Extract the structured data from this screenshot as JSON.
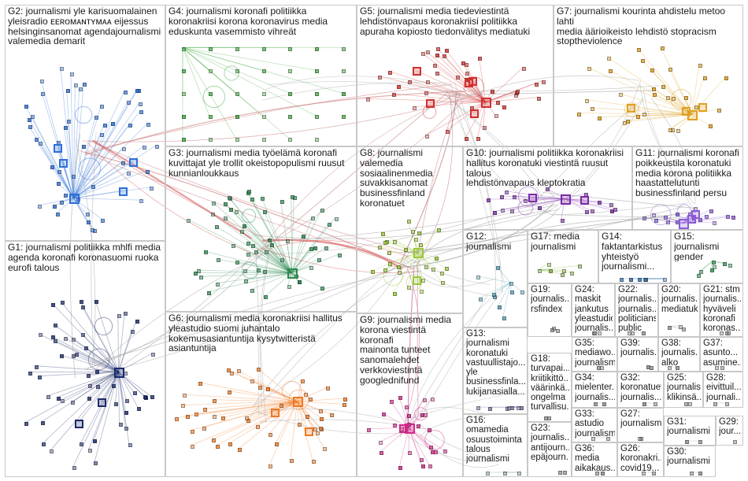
{
  "groups": [
    {
      "id": "G2",
      "label": "G2: journalismi yle karisuomalainen\nyleisradio ᴇᴇʀᴏᴍᴀɴᴛʏᴍᴀᴀ eijessus\nhelsinginsanomat agendajournalismi\nvalemedia demarit",
      "color": "#2d6fd8"
    },
    {
      "id": "G4",
      "label": "G4: journalismi koronafi politiikka\nkoronakriisi korona koronavirus media\neduskunta vasemmisto vihreät",
      "color": "#3aa83a"
    },
    {
      "id": "G5",
      "label": "G5: journalismi media tiedeviestintä\nlehdistönvapaus koronakriisi politiikka\napuraha kopiosto tiedonvälitys mediatuki",
      "color": "#d23030"
    },
    {
      "id": "G7",
      "label": "G7: journalismi kourinta ahdistelu metoo lahti\nmedia äärioikeisto lehdistö stopracism\nstoptheviolence",
      "color": "#e0a020"
    },
    {
      "id": "G8",
      "label": "G8: journalismi\nvalemedia\nsosiaalinenmedia\nsuvakkisanomat\nbusinessfinland\nkoronatuet",
      "color": "#9ac838"
    },
    {
      "id": "G10",
      "label": "G10: journalismi politiikka koronakriisi\nhallitus koronatuki viestintä ruusut talous\nlehdistönvapaus kleptokratia",
      "color": "#7a2aa8"
    },
    {
      "id": "G11",
      "label": "G11: journalismi koronafi\npoikkeustila koronatuki\nmedia korona politiikka\nhaastattelutunti\nbusinessfinland persu",
      "color": "#8a5ad8"
    },
    {
      "id": "G3",
      "label": "G3: journalismi media työelämä koronafi\nkuvittajat yle trollit okeistopopulismi ruusut\nkunnianloukkaus",
      "color": "#2a8a50"
    },
    {
      "id": "G1",
      "label": "G1: journalismi politiikka mhlfi media\nagenda koronafi koronasuomi ruoka\neurofi talous",
      "color": "#1a2a6a"
    },
    {
      "id": "G6",
      "label": "G6: journalismi media koronakriisi hallitus\nyleastudio suomi juhantalo\nkokemusasiantuntija kysytwitteristä\nasiantuntija",
      "color": "#f07820"
    },
    {
      "id": "G9",
      "label": "G9: journalismi media\nkorona viestintä koronafi\nmainonta tunteet\nsanomalehdet\nverkkoviestintä\ngooglednifund",
      "color": "#d02888"
    },
    {
      "id": "G12",
      "label": "G12:\njournalismi",
      "color": "#4a9ab0"
    },
    {
      "id": "G17",
      "label": "G17: media\njournalismi",
      "color": "#7aaa30"
    },
    {
      "id": "G14",
      "label": "G14:\nfaktantarkistus\nyhteistyö\njournalismi...",
      "color": "#2a6aaa"
    },
    {
      "id": "G15",
      "label": "G15: journalismi\ngender",
      "color": "#3a9a5a"
    },
    {
      "id": "G13",
      "label": "G13:\njournalismi\nkoronatuki\nvastuullistajo...\nyle\nbusinessfinla...\nlukijanasialla...",
      "color": "#6a6a9a"
    },
    {
      "id": "G19",
      "label": "G19:\njournalis...\nrsfindex",
      "color": "#888888"
    },
    {
      "id": "G24",
      "label": "G24:\nmaskit\njankutus\nyleastudio\njournalis...",
      "color": "#888888"
    },
    {
      "id": "G22",
      "label": "G22:\njournalis...\njournalis...\npoliticians\npublic",
      "color": "#888888"
    },
    {
      "id": "G20",
      "label": "G20:\njournalis...\nmediatuki",
      "color": "#888888"
    },
    {
      "id": "G21",
      "label": "G21: stm\njournalis...\nhyväveli\nkoronafi\nkoronas...",
      "color": "#888888"
    },
    {
      "id": "G18",
      "label": "G18:\nturvapai...\nkriitikittö...\nväärinkä...\nongelma\nturvallisu...",
      "color": "#888888"
    },
    {
      "id": "G35",
      "label": "G35:\nmediawo...\njournalismi",
      "color": "#888888"
    },
    {
      "id": "G39",
      "label": "G39:\njournalis...",
      "color": "#888888"
    },
    {
      "id": "G38",
      "label": "G38:\njournalis...\nalko",
      "color": "#888888"
    },
    {
      "id": "G37",
      "label": "G37:\nasunto...\nasumine...",
      "color": "#888888"
    },
    {
      "id": "G34",
      "label": "G34:\nmielenter...\njournalis...",
      "color": "#888888"
    },
    {
      "id": "G32",
      "label": "G32:\nkoronatuet\njournalis...",
      "color": "#888888"
    },
    {
      "id": "G25",
      "label": "G25:\njournalis...\nklikinsä...",
      "color": "#888888"
    },
    {
      "id": "G28",
      "label": "G28:\neivittuil...\njournali...",
      "color": "#888888"
    },
    {
      "id": "G16",
      "label": "G16:\nomamedia\nosuustoiminta\ntalous\njournalismi",
      "color": "#5a8a6a"
    },
    {
      "id": "G33",
      "label": "G33:\nastudio\njournalismi",
      "color": "#888888"
    },
    {
      "id": "G27",
      "label": "G27:\njournalismi",
      "color": "#888888"
    },
    {
      "id": "G31",
      "label": "G31:\njournalismi",
      "color": "#888888"
    },
    {
      "id": "G29",
      "label": "G29:\njour...",
      "color": "#888888"
    },
    {
      "id": "G23",
      "label": "G23:\njournalis...\nantijourn...\nepäjourn...",
      "color": "#888888"
    },
    {
      "id": "G36",
      "label": "G36:\nmedia\naikakaus...",
      "color": "#888888"
    },
    {
      "id": "G26",
      "label": "G26:\nkoronakri...\ncovid19...",
      "color": "#888888"
    },
    {
      "id": "G30",
      "label": "G30:\njournalismi",
      "color": "#888888"
    }
  ]
}
